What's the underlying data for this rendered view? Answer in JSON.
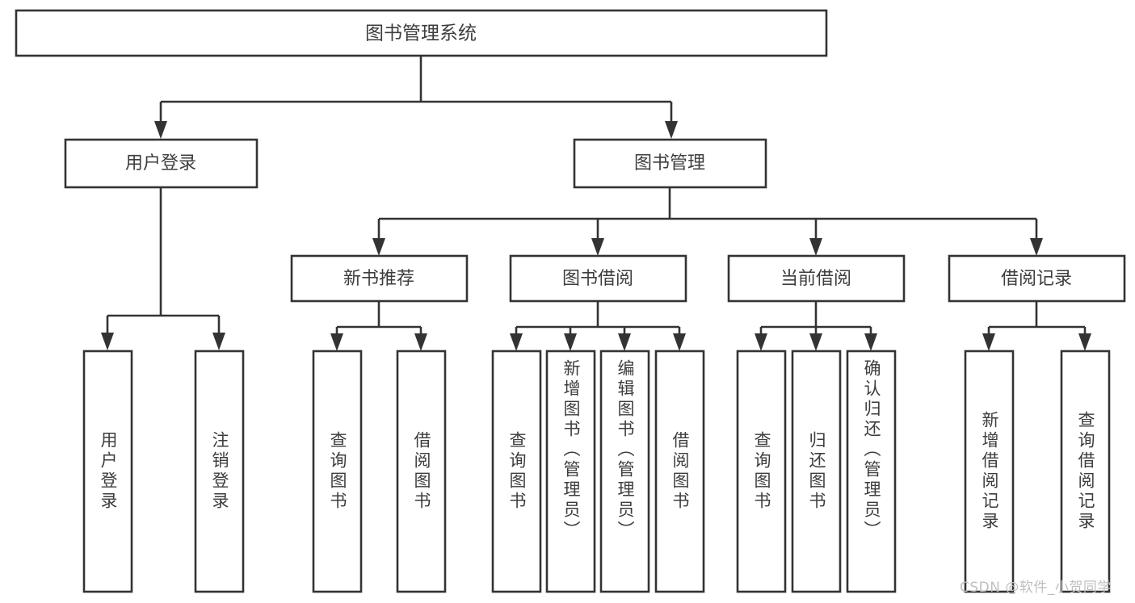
{
  "diagram": {
    "type": "tree-hierarchy",
    "title": "图书管理系统",
    "orientation": "top-down",
    "colors": {
      "stroke": "#333333",
      "box_fill": "#ffffff",
      "text": "#3d3d3d",
      "watermark": "#bfbfbf",
      "background": "#ffffff"
    },
    "root": {
      "label": "图书管理系统"
    },
    "level1": [
      {
        "label": "用户登录"
      },
      {
        "label": "图书管理"
      }
    ],
    "level2": [
      {
        "label": "新书推荐"
      },
      {
        "label": "图书借阅"
      },
      {
        "label": "当前借阅"
      },
      {
        "label": "借阅记录"
      }
    ],
    "leaves": {
      "user_login": [
        {
          "label": "用户登录"
        },
        {
          "label": "注销登录"
        }
      ],
      "new_book_recommend": [
        {
          "label": "查询图书"
        },
        {
          "label": "借阅图书"
        }
      ],
      "book_borrow": [
        {
          "label": "查询图书"
        },
        {
          "label": "新增图书（管理员）"
        },
        {
          "label": "编辑图书（管理员）"
        },
        {
          "label": "借阅图书"
        }
      ],
      "current_borrow": [
        {
          "label": "查询图书"
        },
        {
          "label": "归还图书"
        },
        {
          "label": "确认归还（管理员）"
        }
      ],
      "borrow_record": [
        {
          "label": "新增借阅记录"
        },
        {
          "label": "查询借阅记录"
        }
      ]
    }
  },
  "watermark": {
    "text": "CSDN @软件_小贺同学"
  }
}
